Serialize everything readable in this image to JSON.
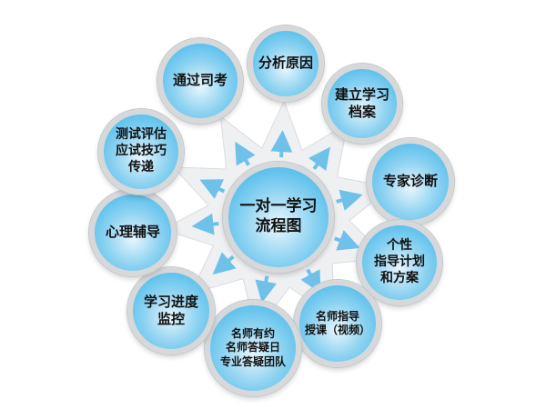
{
  "diagram": {
    "center": {
      "label": "一对一学习\n流程图"
    },
    "nodes": [
      {
        "id": "n1",
        "label": "分析原因"
      },
      {
        "id": "n2",
        "label": "建立学习\n档案"
      },
      {
        "id": "n3",
        "label": "专家诊断"
      },
      {
        "id": "n4",
        "label": "个性\n指导计划\n和方案"
      },
      {
        "id": "n5",
        "label": "名师指导\n授课（视频）"
      },
      {
        "id": "n6",
        "label": "名师有约\n名师答疑日\n专业答疑团队"
      },
      {
        "id": "n7",
        "label": "学习进度\n监控"
      },
      {
        "id": "n8",
        "label": "心理辅导"
      },
      {
        "id": "n9",
        "label": "测试评估\n应试技巧\n传递"
      },
      {
        "id": "n10",
        "label": "通过司考"
      }
    ],
    "colors": {
      "circle_fill": "#35b3ea",
      "ring": "#d6d8da",
      "arrow": "#6fc1ea",
      "star": "#eef0f2"
    }
  }
}
